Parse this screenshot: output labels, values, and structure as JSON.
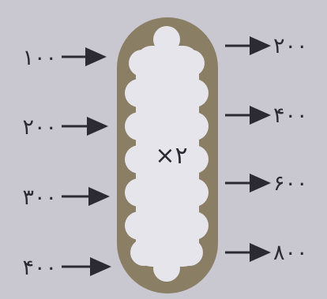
{
  "diagram": {
    "inputs": [
      "۱۰۰",
      "۲۰۰",
      "۳۰۰",
      "۴۰۰"
    ],
    "outputs": [
      "۲۰۰",
      "۴۰۰",
      "۶۰۰",
      "۸۰۰"
    ],
    "operation": "×۲",
    "colors": {
      "background": "#c9c8d0",
      "machine_frame": "#8a7e64",
      "machine_inner": "#e6e5ec",
      "ink": "#2c2a33"
    }
  }
}
